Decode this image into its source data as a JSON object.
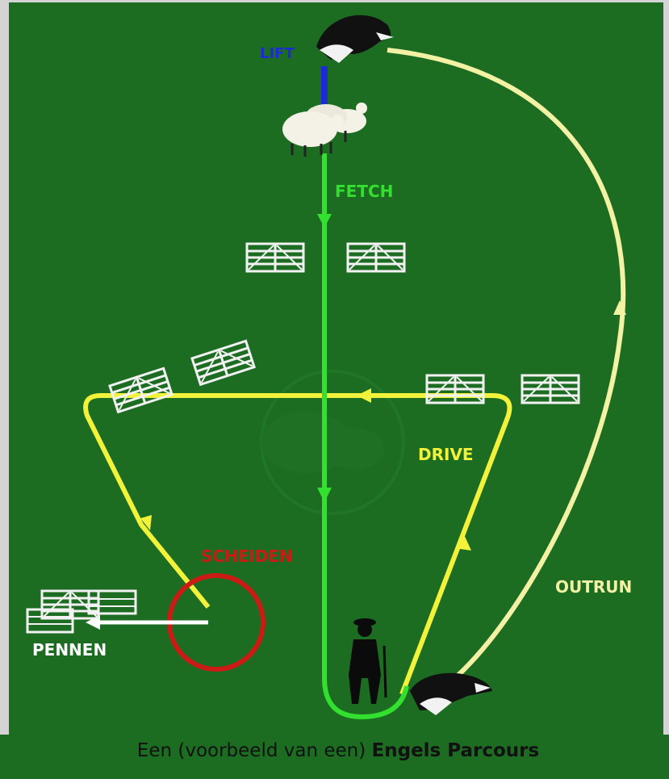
{
  "labels": {
    "lift": "LIFT",
    "fetch": "FETCH",
    "drive": "DRIVE",
    "outrun": "OUTRUN",
    "scheiden": "SCHEIDEN",
    "pennen": "PENNEN"
  },
  "caption": {
    "prefix": "Een (voorbeeld van een) ",
    "bold": "Engels Parcours"
  },
  "colors": {
    "field": "#1c6d22",
    "lift": "#1d2bd6",
    "fetch": "#33e02f",
    "drive": "#f2f23a",
    "outrun": "#f3f1a4",
    "scheiden": "#cc1a14",
    "pennen": "#ffffff"
  }
}
